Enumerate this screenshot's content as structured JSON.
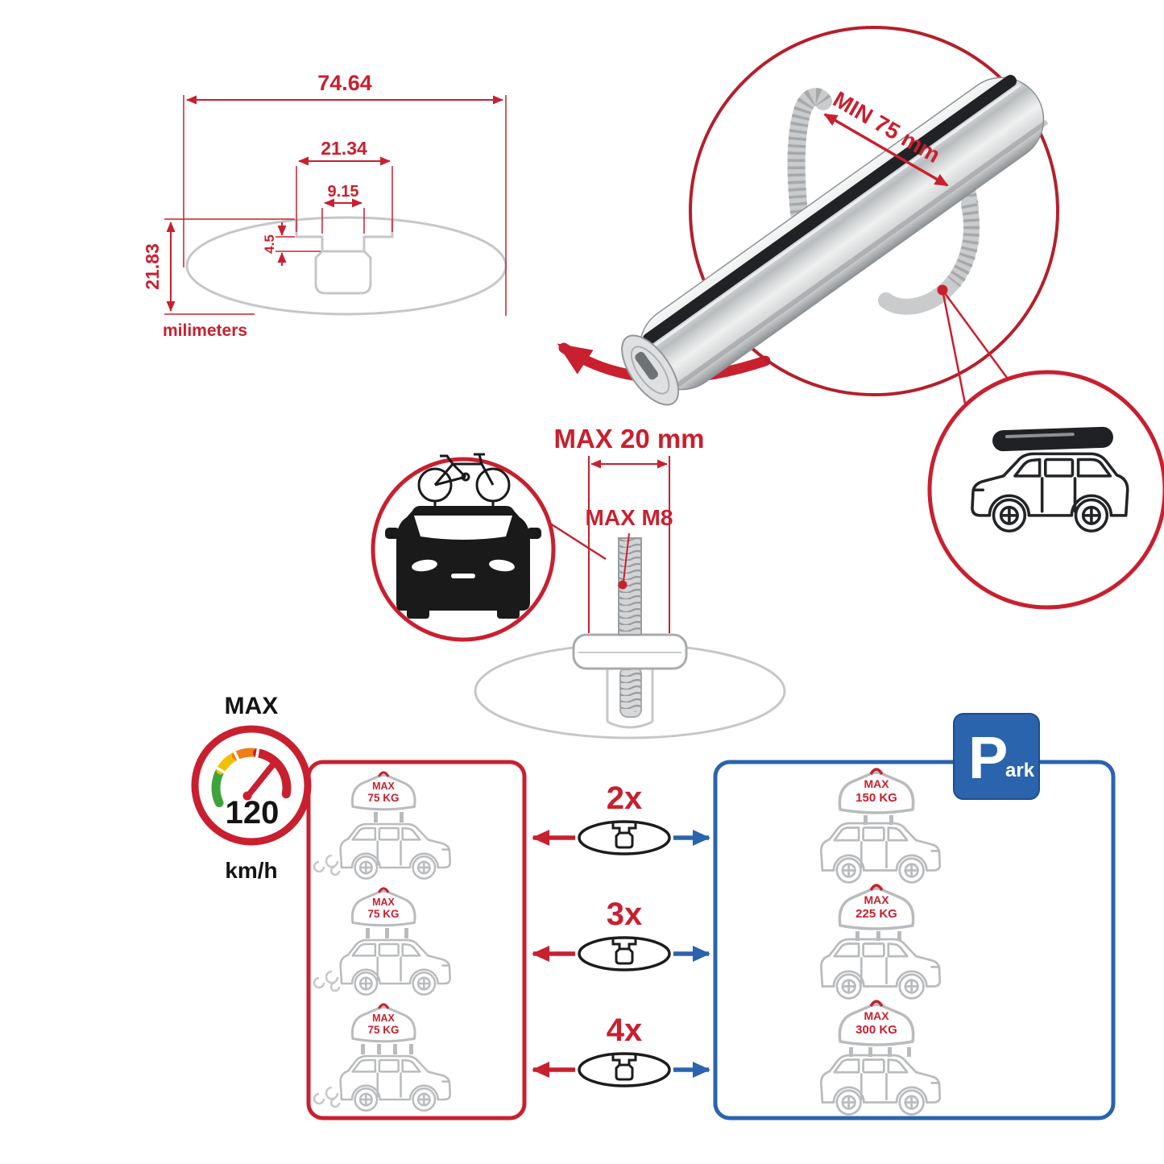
{
  "colors": {
    "accent_red": "#c8202f",
    "accent_blue": "#2a64ad",
    "ghost_gray": "#c5c7c9",
    "ink": "#141414"
  },
  "profile_dimensions": {
    "total_width": "74.64",
    "slot_outer_width": "21.34",
    "slot_inner_width": "9.15",
    "slot_depth": "4.5",
    "total_height": "21.83",
    "units_label": "milimeters"
  },
  "clamp_detail": {
    "min_grip_label": "MIN 75 mm"
  },
  "bolt_detail": {
    "max_length_label": "MAX 20 mm",
    "max_thread_label": "MAX M8"
  },
  "speed_limit": {
    "title": "MAX",
    "value": "120",
    "unit": "km/h"
  },
  "crossbar_options": [
    {
      "label": "2x"
    },
    {
      "label": "3x"
    },
    {
      "label": "4x"
    }
  ],
  "driving_load_box": {
    "cars": [
      {
        "max_label": "MAX",
        "weight": "75 KG"
      },
      {
        "max_label": "MAX",
        "weight": "75 KG"
      },
      {
        "max_label": "MAX",
        "weight": "75 KG"
      }
    ]
  },
  "parked_load_box": {
    "park_sign": {
      "letter": "P",
      "rest": "ark"
    },
    "cars": [
      {
        "max_label": "MAX",
        "weight": "150 KG"
      },
      {
        "max_label": "MAX",
        "weight": "225 KG"
      },
      {
        "max_label": "MAX",
        "weight": "300 KG"
      }
    ]
  }
}
